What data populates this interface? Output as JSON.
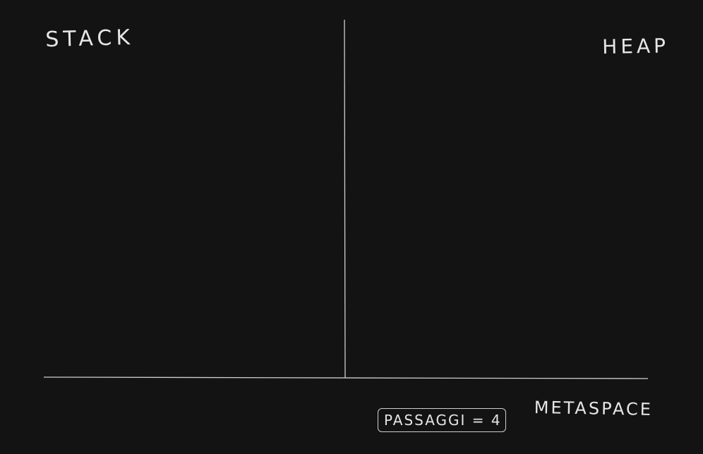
{
  "diagram": {
    "regions": {
      "stack": "STACK",
      "heap": "HEAP",
      "metaspace": "METASPACE"
    },
    "counter": {
      "text": "PASSAGGI = 4"
    },
    "colors": {
      "background": "#131313",
      "ink": "#e6e6e6",
      "divider": "#cfcfcf"
    }
  }
}
